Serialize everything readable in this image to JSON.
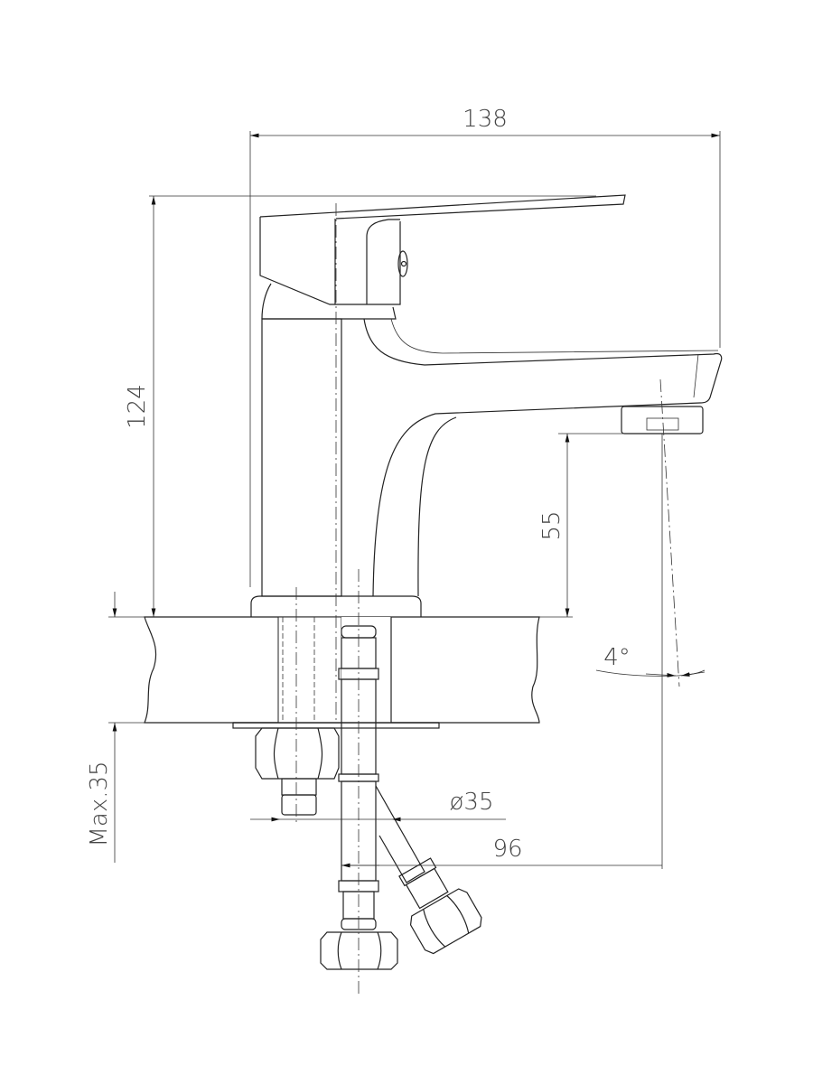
{
  "drawing": {
    "title": "Basin faucet dimension drawing",
    "dimensions": {
      "overall_width": "138",
      "overall_height": "124",
      "spout_clearance": "55",
      "spout_angle": "4°",
      "max_counter_thickness": "Max.35",
      "mounting_hole": "ø35",
      "spout_reach": "96"
    }
  }
}
